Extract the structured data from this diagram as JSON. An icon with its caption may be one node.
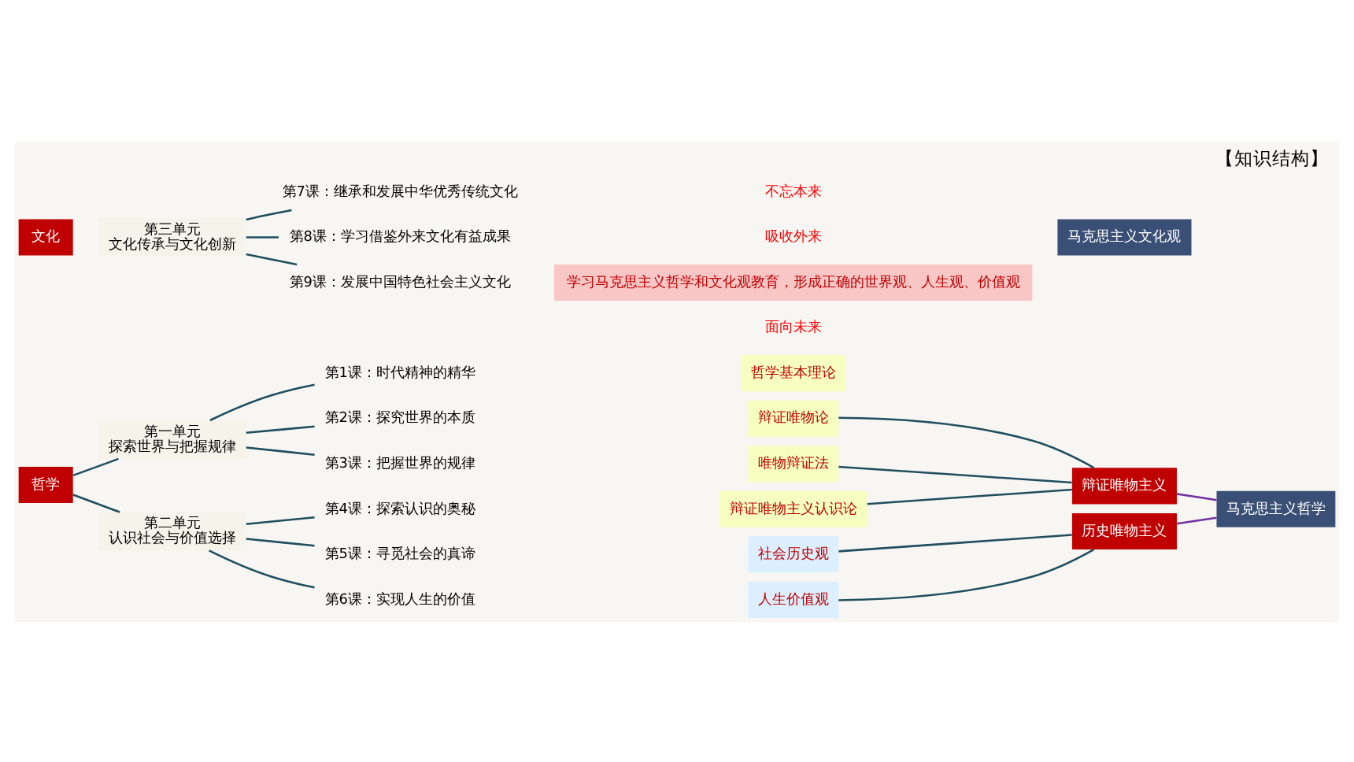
{
  "diagram": {
    "title": "【知识结构】",
    "nodes": [
      {
        "text": [
          "哲学"
        ]
      },
      {
        "text": [
          "第一单元",
          "探索世界与把握规律"
        ]
      },
      {
        "text": [
          "第二单元",
          "认识社会与价值选择"
        ]
      },
      {
        "text": [
          "第1课：时代精神的精华"
        ]
      },
      {
        "text": [
          "第2课：探究世界的本质"
        ]
      },
      {
        "text": [
          "第3课：把握世界的规律"
        ]
      },
      {
        "text": [
          "第4课：探索认识的奥秘"
        ]
      },
      {
        "text": [
          "第5课：寻觅社会的真谛"
        ]
      },
      {
        "text": [
          "第6课：实现人生的价值"
        ]
      },
      {
        "text": [
          "哲学基本理论"
        ]
      },
      {
        "text": [
          "辩证唯物论"
        ]
      },
      {
        "text": [
          "唯物辩证法"
        ]
      },
      {
        "text": [
          "辩证唯物主义认识论"
        ]
      },
      {
        "text": [
          "社会历史观"
        ]
      },
      {
        "text": [
          "人生价值观"
        ]
      },
      {
        "text": [
          "辩证唯物主义"
        ]
      },
      {
        "text": [
          "历史唯物主义"
        ]
      },
      {
        "text": [
          "马克思主义哲学"
        ]
      },
      {
        "text": [
          "文化"
        ]
      },
      {
        "text": [
          "第三单元",
          "文化传承与文化创新"
        ]
      },
      {
        "text": [
          "第7课：继承和发展中华优秀传统文化"
        ]
      },
      {
        "text": [
          "第8课：学习借鉴外来文化有益成果"
        ]
      },
      {
        "text": [
          "第9课：发展中国特色社会主义文化"
        ]
      },
      {
        "text": [
          "马克思主义文化观"
        ]
      },
      {
        "text": [
          "学习马克思主义哲学和文化观教育，形成正确的世界观、人生观、价值观"
        ]
      }
    ],
    "edges": [
      {
        "from": 0,
        "to": 1,
        "arrow": "none"
      },
      {
        "from": 0,
        "to": 2,
        "arrow": "none"
      },
      {
        "from": 1,
        "to": 3,
        "arrow": "none"
      },
      {
        "from": 1,
        "to": 4,
        "arrow": "none"
      },
      {
        "from": 1,
        "to": 5,
        "arrow": "none"
      },
      {
        "from": 2,
        "to": 6,
        "arrow": "none"
      },
      {
        "from": 2,
        "to": 7,
        "arrow": "none"
      },
      {
        "from": 2,
        "to": 8,
        "arrow": "none"
      },
      {
        "from": 10,
        "to": 15,
        "arrow": "none"
      },
      {
        "from": 11,
        "to": 15,
        "arrow": "none"
      },
      {
        "from": 12,
        "to": 15,
        "arrow": "none"
      },
      {
        "from": 13,
        "to": 16,
        "arrow": "none"
      },
      {
        "from": 14,
        "to": 16,
        "arrow": "none"
      },
      {
        "from": 15,
        "to": 17,
        "arrow": "none",
        "color": "#7030a0"
      },
      {
        "from": 16,
        "to": 17,
        "arrow": "none",
        "color": "#7030a0"
      },
      {
        "from": 19,
        "to": 20,
        "arrow": "none"
      },
      {
        "from": 19,
        "to": 21,
        "arrow": "none"
      },
      {
        "from": 19,
        "to": 22,
        "arrow": "none"
      }
    ],
    "labels": [
      "不忘本来",
      "吸收外来",
      "面向未来"
    ]
  }
}
